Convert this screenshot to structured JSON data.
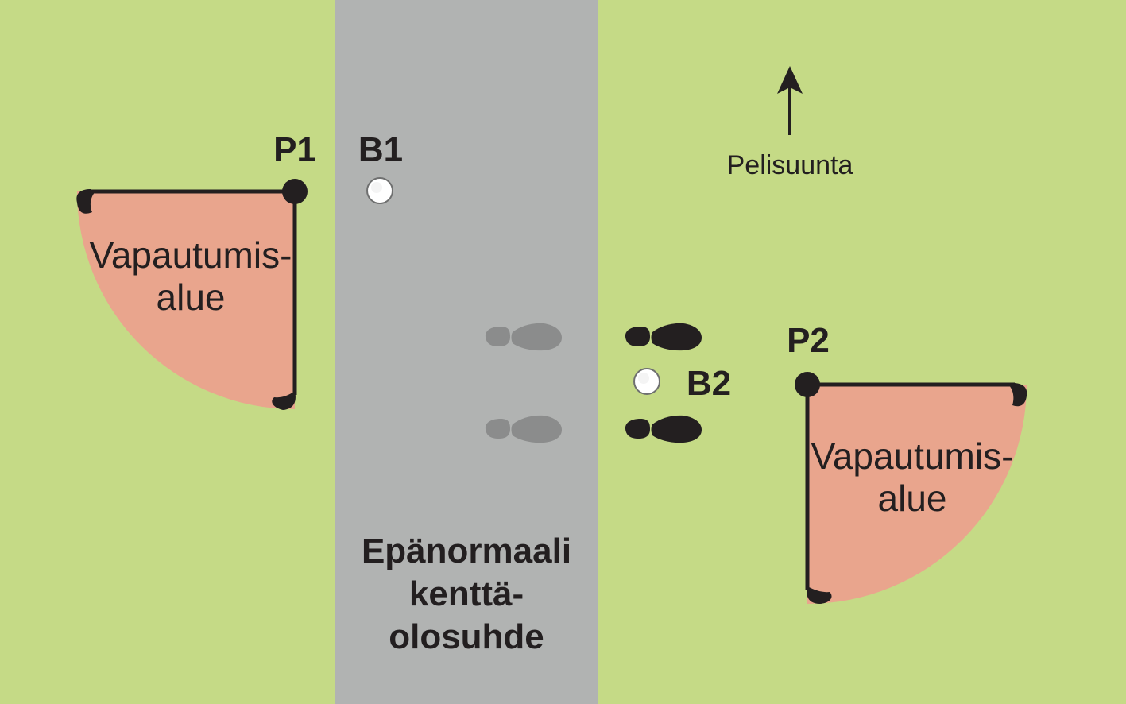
{
  "labels": {
    "p1": "P1",
    "b1": "B1",
    "p2": "P2",
    "b2": "B2",
    "direction": "Pelisuunta",
    "relief_left_line1": "Vapautumis-",
    "relief_left_line2": "alue",
    "relief_right_line1": "Vapautumis-",
    "relief_right_line2": "alue",
    "abnormal_line1": "Epänormaali",
    "abnormal_line2": "kenttä-",
    "abnormal_line3": "olosuhde"
  },
  "colors": {
    "fairway": "#c5da86",
    "abnormal_area": "#b1b3b2",
    "relief_area": "#e9a58d",
    "ink": "#231f20",
    "shoe_grey": "#8b8c8c",
    "ball": "#ffffff"
  },
  "icons": {
    "ball": "golf-ball-icon",
    "shoe": "shoe-print-icon",
    "arrow": "arrow-up-icon"
  }
}
